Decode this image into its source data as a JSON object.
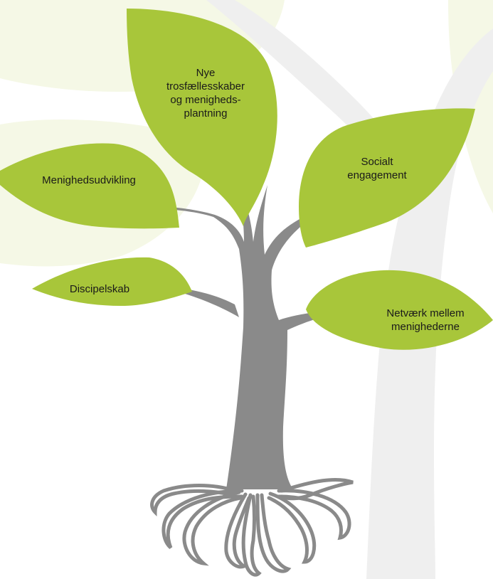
{
  "colors": {
    "leaf": "#a8c63a",
    "leaf_edge": "#9cbc30",
    "trunk": "#8a8a8a",
    "bg_leaf": "#f5f8e6",
    "bg_trunk": "#efefef"
  },
  "leaves": {
    "new_churches": {
      "lines": [
        "Nye",
        "trosfællesskaber",
        "og menigheds-",
        "plantning"
      ]
    },
    "church_development": {
      "label": "Menighedsudvikling"
    },
    "social": {
      "lines": [
        "Socialt",
        "engagement"
      ]
    },
    "discipleship": {
      "label": "Discipelskab"
    },
    "network": {
      "lines": [
        "Netværk mellem",
        "menighederne"
      ]
    }
  }
}
